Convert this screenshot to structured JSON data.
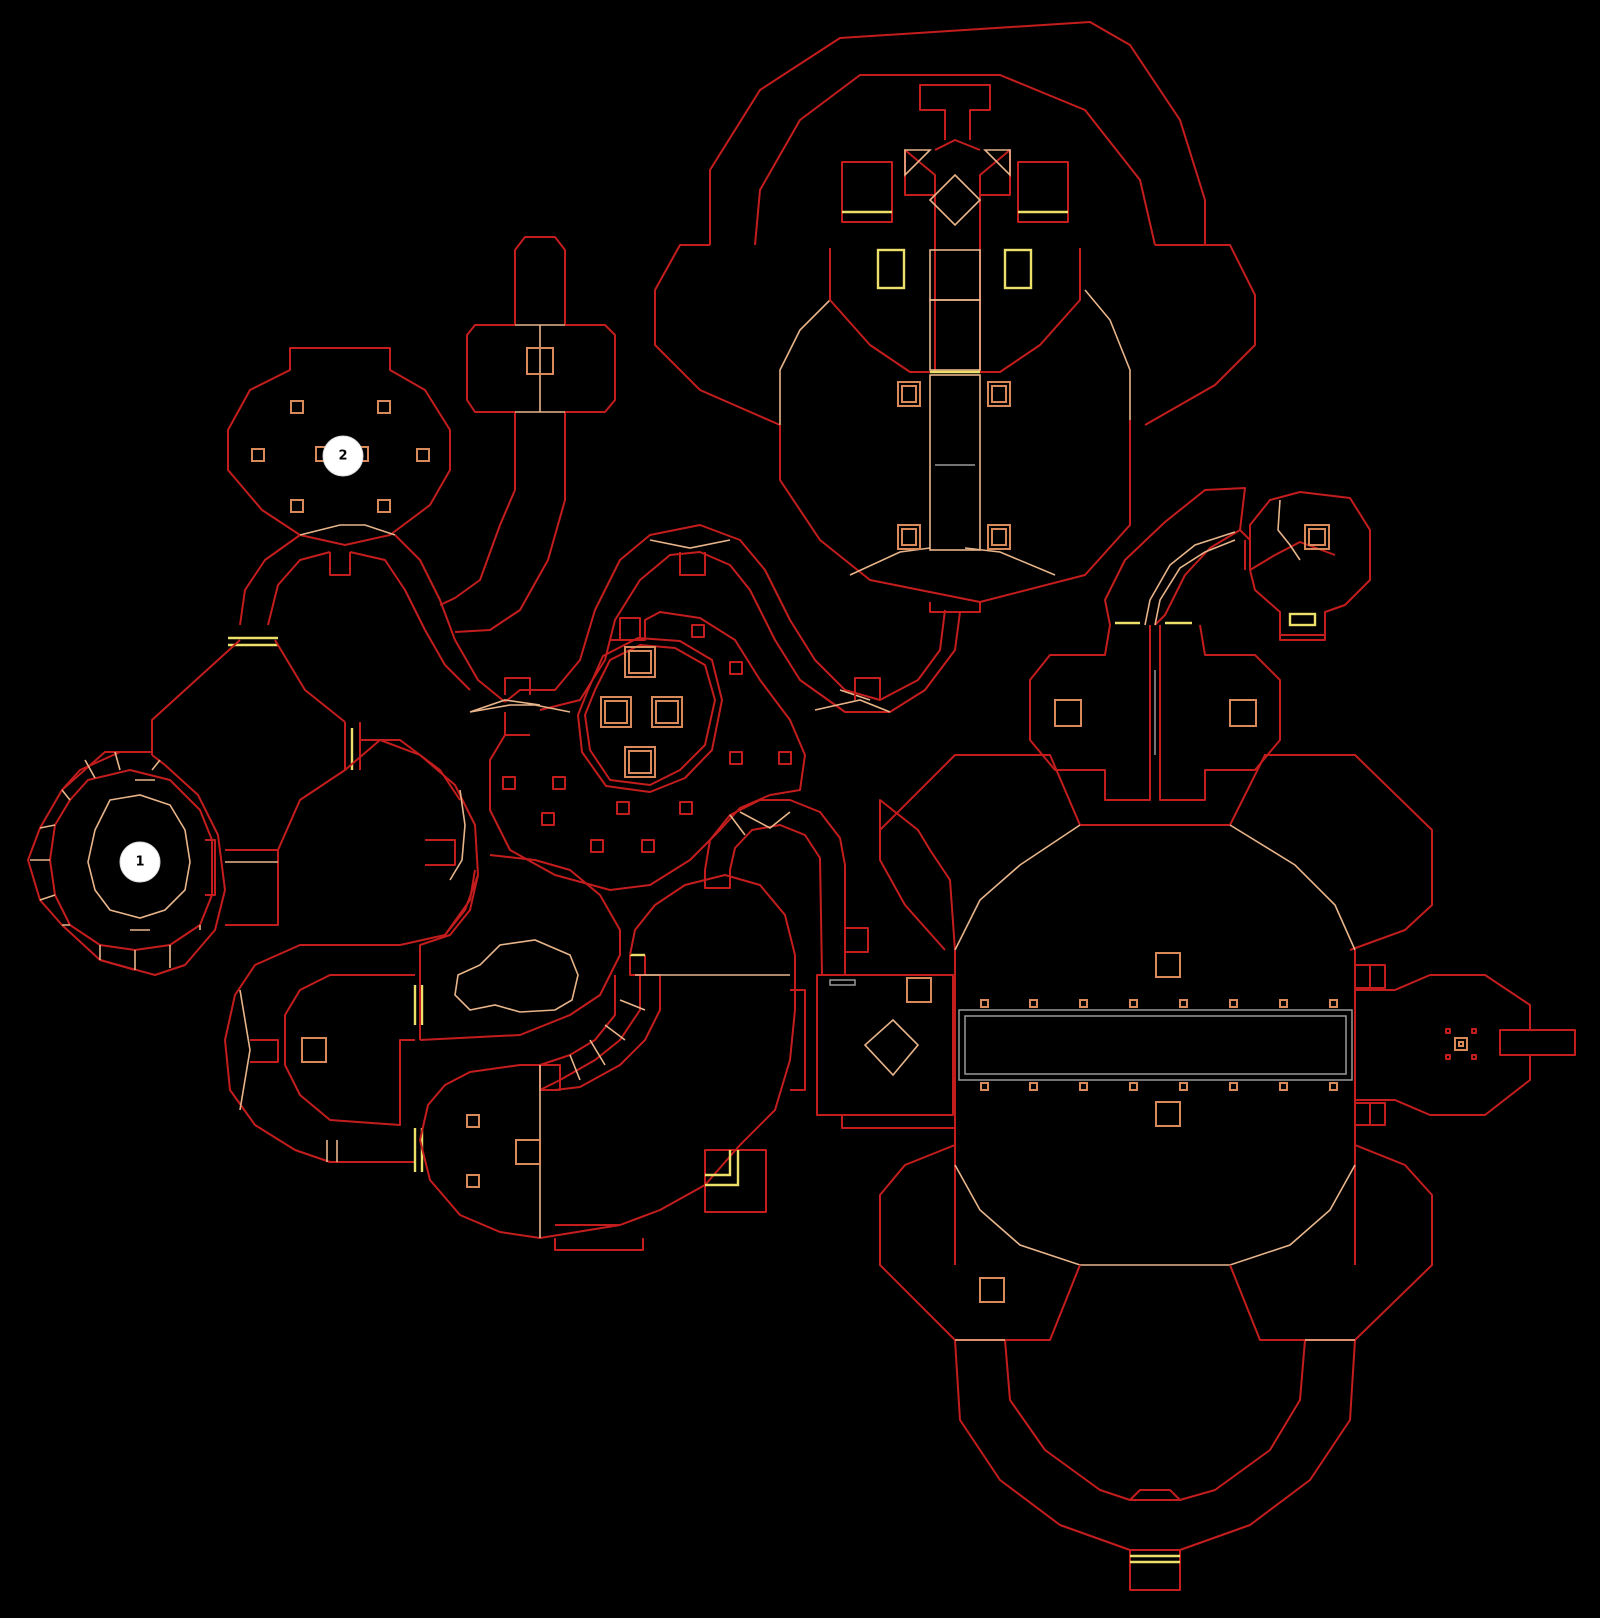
{
  "colors": {
    "background": "#000000",
    "wall": "#c41d1d",
    "step": "#e8b58a",
    "thing": "#d98a5a",
    "door": "#ece06a",
    "lift": "#9a9a9a",
    "marker_fill": "#ffffff"
  },
  "markers": [
    {
      "id": "marker-1",
      "label": "1"
    },
    {
      "id": "marker-2",
      "label": "2"
    }
  ]
}
